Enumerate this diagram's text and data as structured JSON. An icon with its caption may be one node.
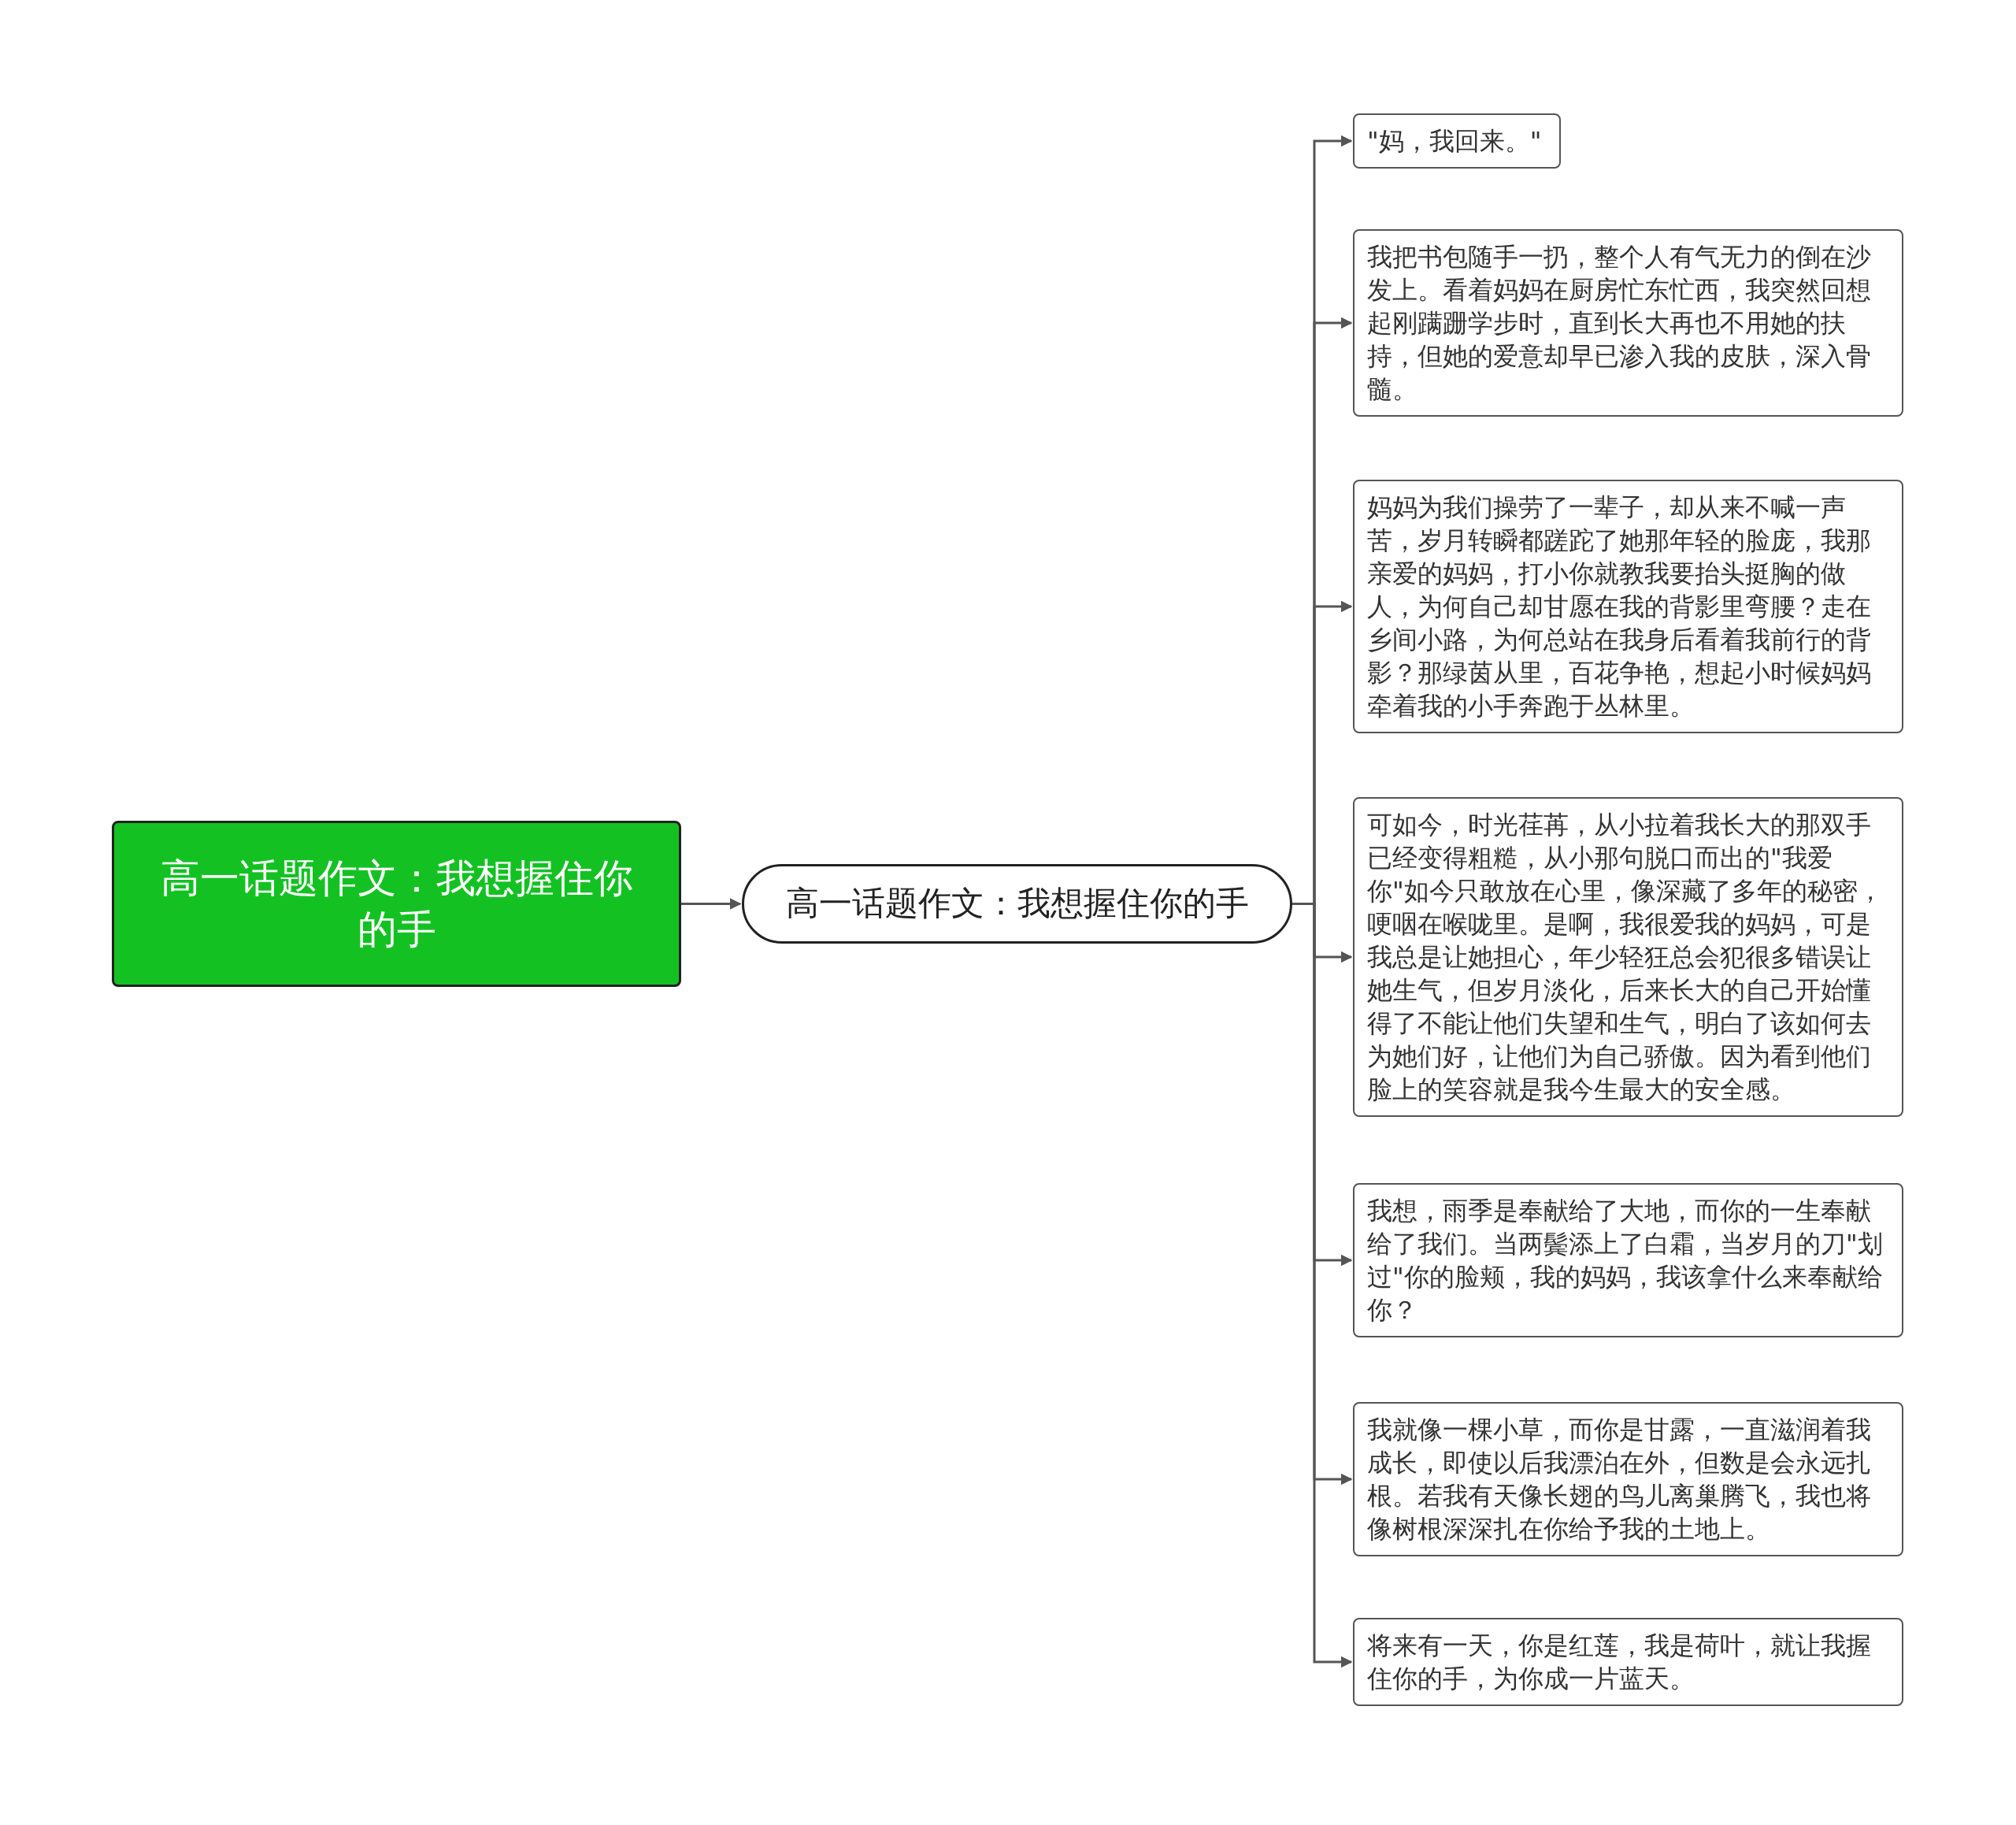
{
  "diagram": {
    "nodes": [
      {
        "text": [
          "高一话题作文：我想握住你的手"
        ]
      },
      {
        "text": [
          "高一话题作文：我想握住你的手"
        ]
      },
      {
        "text": [
          "\"妈，我回来。\""
        ]
      },
      {
        "text": [
          "我把书包随手一扔，整个人有气无力的倒在沙发上。看着妈妈在厨房忙东忙西，我突然回想起刚蹒跚学步时，直到长大再也不用她的扶持，但她的爱意却早已渗入我的皮肤，深入骨髓。"
        ]
      },
      {
        "text": [
          "妈妈为我们操劳了一辈子，却从来不喊一声苦，岁月转瞬都蹉跎了她那年轻的脸庞，我那亲爱的妈妈，打小你就教我要抬头挺胸的做人，为何自己却甘愿在我的背影里弯腰？走在乡间小路，为何总站在我身后看着我前行的背影？那绿茵从里，百花争艳，想起小时候妈妈牵着我的小手奔跑于丛林里。"
        ]
      },
      {
        "text": [
          "可如今，时光荏苒，从小拉着我长大的那双手已经变得粗糙，从小那句脱口而出的\"我爱你\"如今只敢放在心里，像深藏了多年的秘密，哽咽在喉咙里。是啊，我很爱我的妈妈，可是我总是让她担心，年少轻狂总会犯很多错误让她生气，但岁月淡化，后来长大的自己开始懂得了不能让他们失望和生气，明白了该如何去为她们好，让他们为自己骄傲。因为看到他们脸上的笑容就是我今生最大的安全感。"
        ]
      },
      {
        "text": [
          "我想，雨季是奉献给了大地，而你的一生奉献给了我们。当两鬓添上了白霜，当岁月的刀\"划过\"你的脸颊，我的妈妈，我该拿什么来奉献给你？"
        ]
      },
      {
        "text": [
          "我就像一棵小草，而你是甘露，一直滋润着我成长，即使以后我漂泊在外，但数是会永远扎根。若我有天像长翅的鸟儿离巢腾飞，我也将像树根深深扎在你给予我的土地上。"
        ]
      },
      {
        "text": [
          "将来有一天，你是红莲，我是荷叶，就让我握住你的手，为你成一片蓝天。"
        ]
      }
    ],
    "edges": [
      {
        "from": 0,
        "to": 1,
        "arrow": "to"
      },
      {
        "from": 1,
        "to": 2,
        "arrow": "to"
      },
      {
        "from": 1,
        "to": 3,
        "arrow": "to"
      },
      {
        "from": 1,
        "to": 4,
        "arrow": "to"
      },
      {
        "from": 1,
        "to": 5,
        "arrow": "to"
      },
      {
        "from": 1,
        "to": 6,
        "arrow": "to"
      },
      {
        "from": 1,
        "to": 7,
        "arrow": "to"
      },
      {
        "from": 1,
        "to": 8,
        "arrow": "to"
      }
    ]
  }
}
